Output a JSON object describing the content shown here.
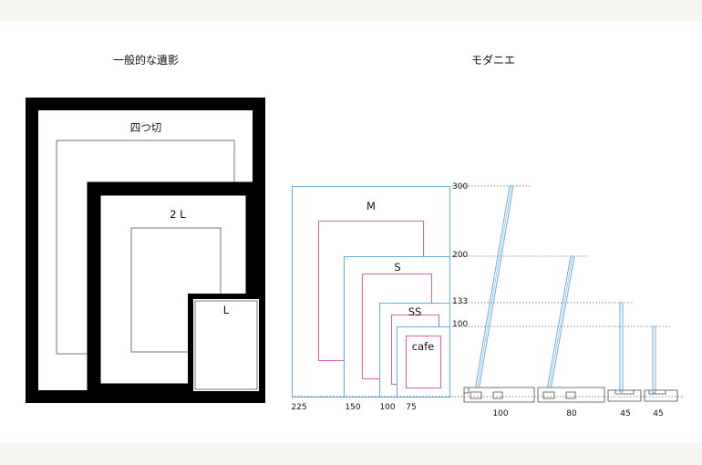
{
  "headings": {
    "left": "一般的な遺影",
    "right": "モダニエ"
  },
  "traditional_frames": [
    {
      "label": "四つ切"
    },
    {
      "label": "2 L"
    },
    {
      "label": "L"
    }
  ],
  "modanie_frames": [
    {
      "label": "M",
      "width_label": "225"
    },
    {
      "label": "S",
      "width_label": "150"
    },
    {
      "label": "SS",
      "width_label": "100"
    },
    {
      "label": "cafe",
      "width_label": "75"
    }
  ],
  "height_marks": [
    "300",
    "200",
    "133",
    "100"
  ],
  "stand_depths": [
    "100",
    "80",
    "45",
    "45"
  ],
  "colors": {
    "frame_blue": "#6aaee6",
    "mat_pink": "#e85cb0",
    "guide_gray": "#666666",
    "frame_black": "#000000"
  }
}
